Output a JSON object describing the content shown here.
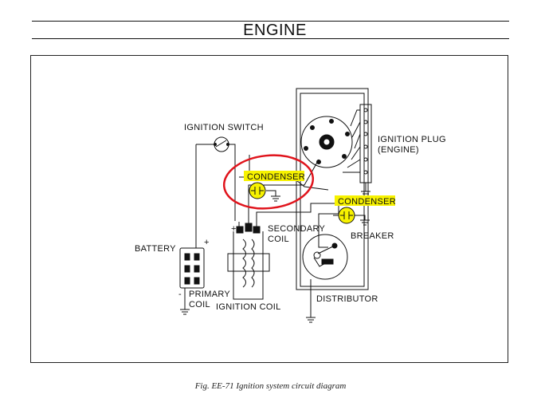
{
  "header": {
    "title": "ENGINE"
  },
  "labels": {
    "ignition_switch": "IGNITION SWITCH",
    "ignition_plug_line1": "IGNITION PLUG",
    "ignition_plug_line2": "(ENGINE)",
    "condenser_left": "CONDENSER",
    "condenser_right": "CONDENSER",
    "breaker": "BREAKER",
    "secondary_coil_line1": "SECONDARY",
    "secondary_coil_line2": "COIL",
    "battery": "BATTERY",
    "plus": "+",
    "minus": "-",
    "primary_coil_line1": "PRIMARY",
    "primary_coil_line2": "COIL",
    "ignition_coil": "IGNITION COIL",
    "distributor": "DISTRIBUTOR"
  },
  "caption": "Fig. EE-71  Ignition system circuit diagram",
  "colors": {
    "highlight": "#f7f200",
    "circle": "#e0141c",
    "ink": "#111111"
  }
}
